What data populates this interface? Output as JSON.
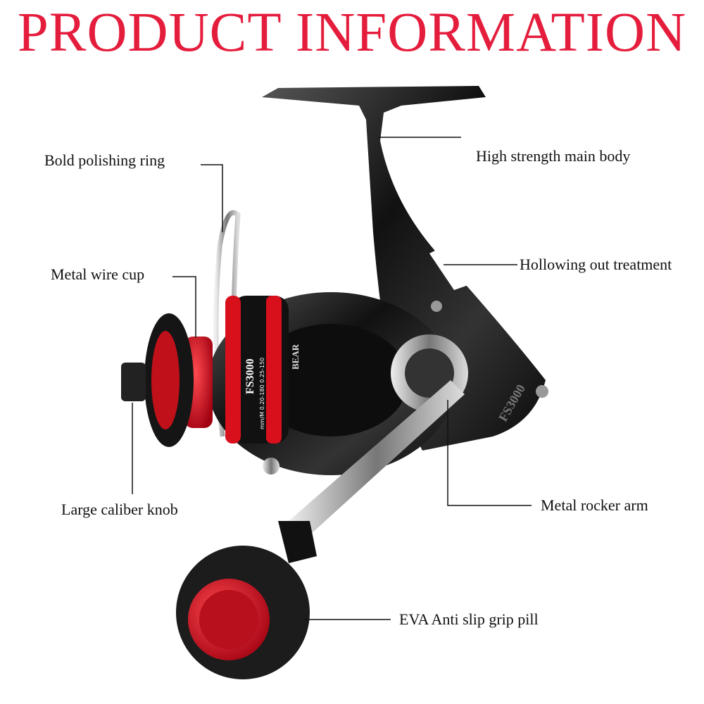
{
  "title": "PRODUCT INFORMATION",
  "colors": {
    "accent": "#e51d3d",
    "reel_body": "#1a1a1a",
    "reel_red": "#d8101c"
  },
  "labels": {
    "polishing_ring": "Bold polishing ring",
    "main_body": "High strength main body",
    "wire_cup": "Metal wire cup",
    "hollowing": "Hollowing out treatment",
    "knob": "Large caliber knob",
    "rocker_arm": "Metal rocker arm",
    "grip": "EVA Anti slip grip pill"
  },
  "reel": {
    "model_spool": "FS3000",
    "spool_spec": "mm/M 0.20-180 0.25-150",
    "model_body": "FS3000",
    "brand": "BEAR"
  }
}
